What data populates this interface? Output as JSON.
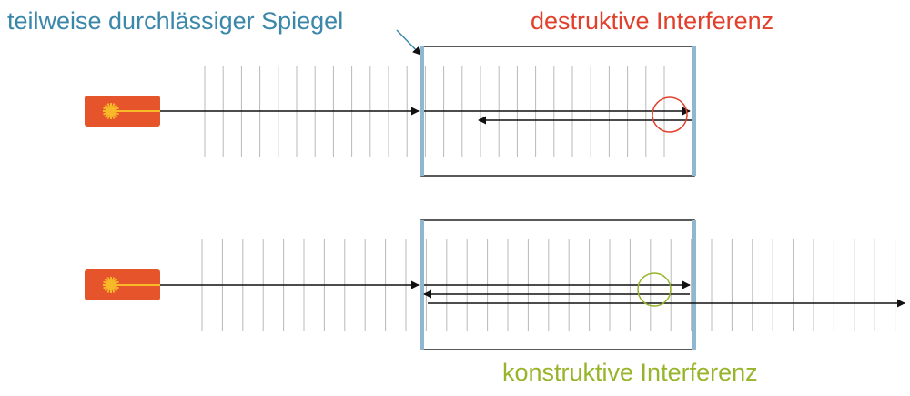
{
  "labels": {
    "mirror": "teilweise durchlässiger Spiegel",
    "destructive": "destruktive Interferenz",
    "constructive": "konstruktive Interferenz"
  },
  "colors": {
    "mirror_label": "#3a87aa",
    "destructive": "#e2402c",
    "constructive": "#97b52a",
    "laser_body": "#e5542a",
    "laser_star": "#f7b928",
    "mirror": "#8fb8d0",
    "beam": "#111111",
    "wavefront": "#b8b8b8",
    "cavity_box": "#222222"
  },
  "icons": {
    "laser": "laser-source-icon",
    "mirror": "partial-mirror-icon",
    "interference_marker": "circle-marker-icon"
  }
}
